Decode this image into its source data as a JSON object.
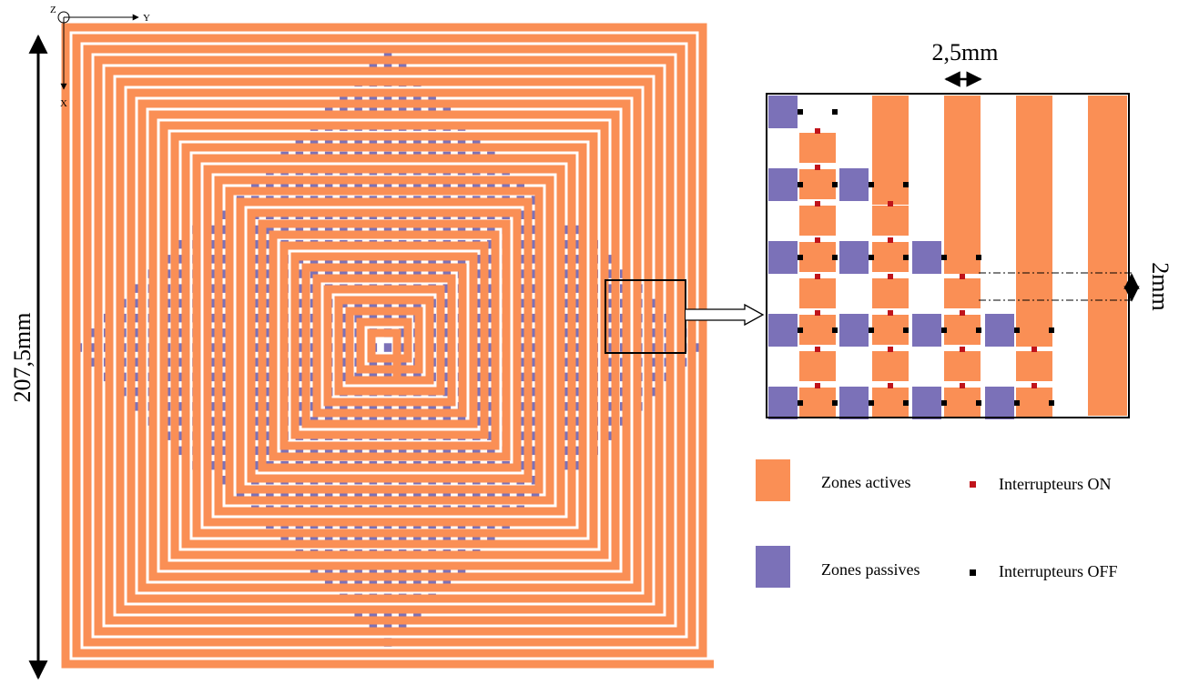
{
  "colors": {
    "active": "#fa8f55",
    "passive": "#7b71b8",
    "switch_on": "#c0141b",
    "switch_off": "#000000",
    "background": "#ffffff"
  },
  "axes": {
    "origin_label": "Z",
    "y_label": "Y",
    "x_label": "X"
  },
  "dimensions": {
    "height_label": "207,5mm",
    "width_label": "2,5mm",
    "gap_label": "2mm"
  },
  "legend": {
    "active_label": "Zones actives",
    "passive_label": "Zones passives",
    "switch_on_label": "Interrupteurs ON",
    "switch_off_label": "Interrupteurs OFF"
  }
}
